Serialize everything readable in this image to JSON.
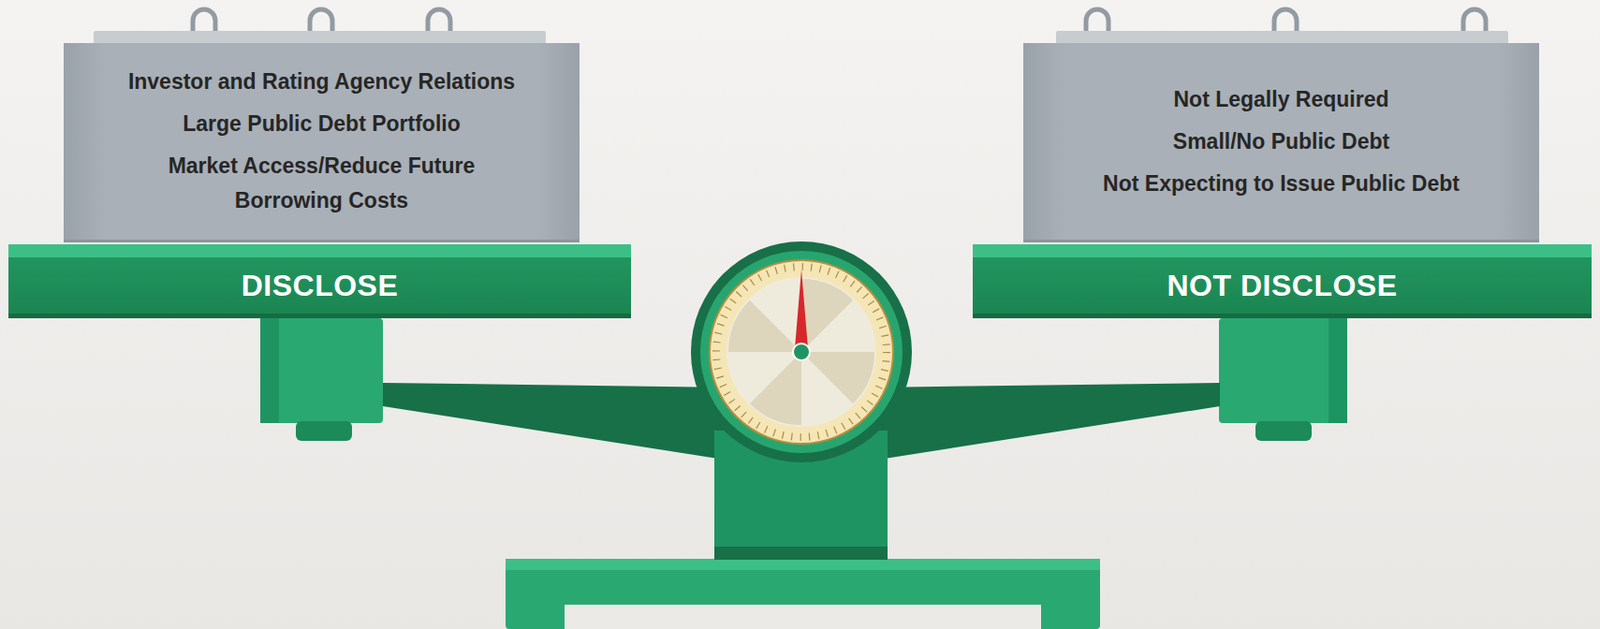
{
  "diagram": {
    "nodes": [
      {
        "text": [
          "Investor and Rating Agency Relations",
          "Large Public Debt Portfolio",
          "Market Access/Reduce Future Borrowing Costs"
        ]
      },
      {
        "text": [
          "Not Legally Required",
          "Small/No Public Debt",
          "Not Expecting to Issue Public Debt"
        ]
      },
      {
        "text": [
          "DISCLOSE"
        ]
      },
      {
        "text": [
          "NOT DISCLOSE"
        ]
      }
    ]
  }
}
